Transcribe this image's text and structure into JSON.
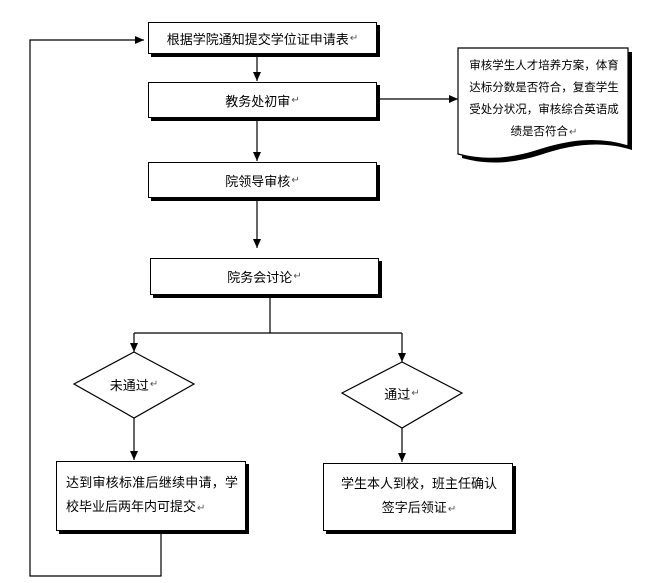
{
  "flowchart": {
    "step_submit": "根据学院通知提交学位证申请表",
    "step_initial_review": "教务处初审",
    "step_leader_review": "院领导审核",
    "step_discussion": "院务会讨论",
    "note_review_content": "审核学生人才培养方案，体育达标分数是否符合，复查学生受处分状况，审核综合英语成绩是否符合",
    "decision_fail": "未通过",
    "decision_pass": "通过",
    "result_fail": "达到审核标准后继续申请，学校毕业后两年内可提交",
    "result_pass": "学生本人到校，班主任确认签字后领证",
    "paragraph_mark": "↵"
  }
}
